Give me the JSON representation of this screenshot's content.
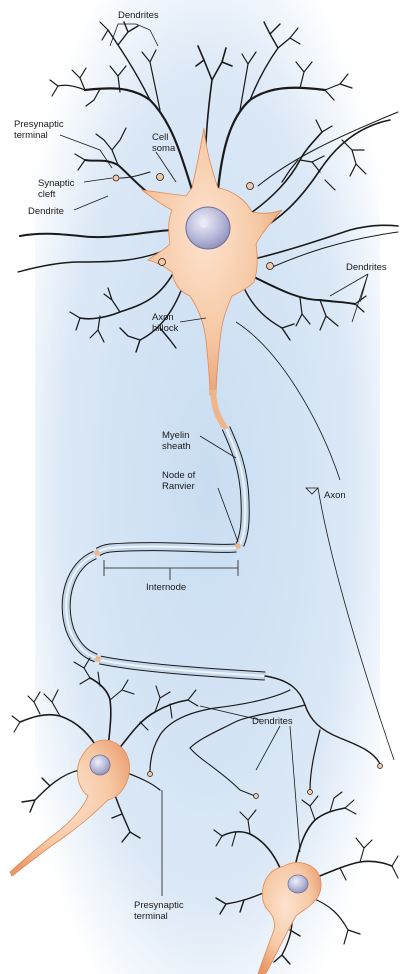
{
  "labels": {
    "dendrites_top": "Dendrites",
    "presynaptic_terminal_top_1": "Presynaptic",
    "presynaptic_terminal_top_2": "terminal",
    "cell_soma_1": "Cell",
    "cell_soma_2": "soma",
    "synaptic_cleft_1": "Synaptic",
    "synaptic_cleft_2": "cleft",
    "dendrite_left": "Dendrite",
    "dendrites_right": "Dendrites",
    "axon_hillock_1": "Axon",
    "axon_hillock_2": "hillock",
    "myelin_sheath_1": "Myelin",
    "myelin_sheath_2": "sheath",
    "node_of_ranvier_1": "Node of",
    "node_of_ranvier_2": "Ranvier",
    "axon": "Axon",
    "internode": "Internode",
    "dendrites_bottom": "Dendrites",
    "presynaptic_terminal_bottom_1": "Presynaptic",
    "presynaptic_terminal_bottom_2": "terminal"
  },
  "colors": {
    "background_glow": "#c9ddf2",
    "soma_fill": "#f6c8a4",
    "soma_edge": "#e99a6a",
    "nucleus": "#b7b8d8",
    "myelin": "#c4d6ea",
    "line": "#1a1a1a"
  }
}
